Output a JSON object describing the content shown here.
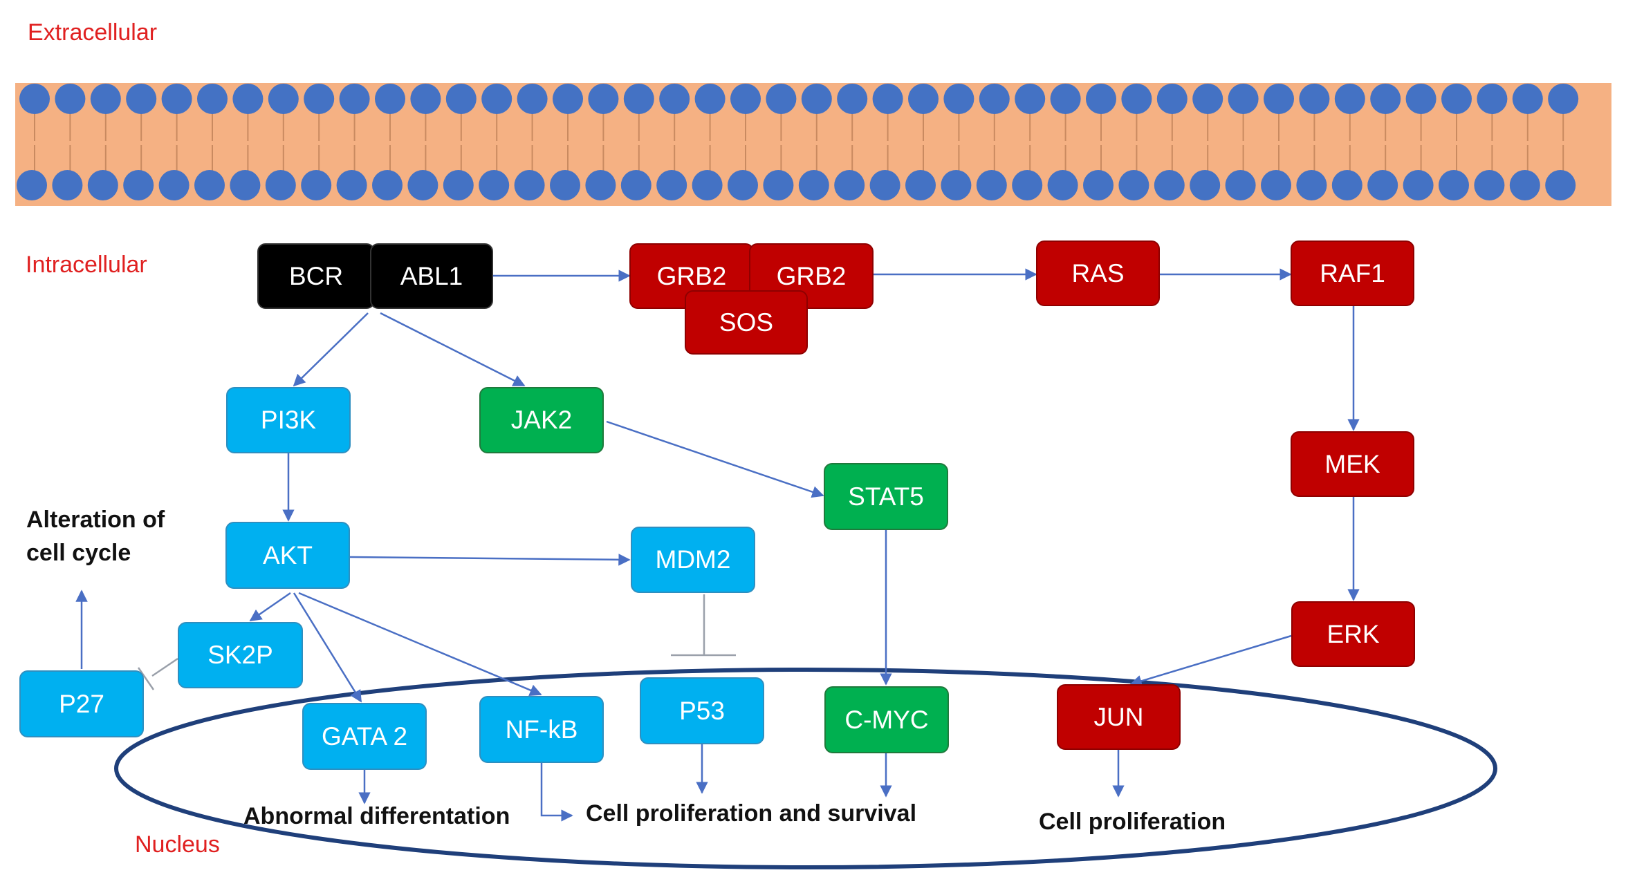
{
  "regions": {
    "extracellular": "Extracellular",
    "intracellular": "Intracellular",
    "nucleus": "Nucleus"
  },
  "nodes": {
    "bcr": "BCR",
    "abl1": "ABL1",
    "grb2_a": "GRB2",
    "grb2_b": "GRB2",
    "sos": "SOS",
    "ras": "RAS",
    "raf1": "RAF1",
    "mek": "MEK",
    "erk": "ERK",
    "jun": "JUN",
    "pi3k": "PI3K",
    "jak2": "JAK2",
    "stat5": "STAT5",
    "akt": "AKT",
    "mdm2": "MDM2",
    "sk2p": "SK2P",
    "p27": "P27",
    "gata2": "GATA 2",
    "nfkb": "NF-kB",
    "p53": "P53",
    "cmyc": "C-MYC"
  },
  "outcomes": {
    "alteration_line1": "Alteration of",
    "alteration_line2": "cell cycle",
    "abnormal": "Abnormal differentation",
    "proliferation_survival": "Cell proliferation and survival",
    "proliferation": "Cell proliferation"
  },
  "colors": {
    "bcr_abl": "#000000",
    "mapk_pathway": "#c00000",
    "pi3k_pathway": "#00b0f0",
    "jak_stat_pathway": "#00b050",
    "membrane": "#f5b183",
    "phospholipid_head": "#4472c4",
    "arrow": "#4a6fc4",
    "nucleus_outline": "#1f3f7a",
    "region_label": "#e02020"
  }
}
